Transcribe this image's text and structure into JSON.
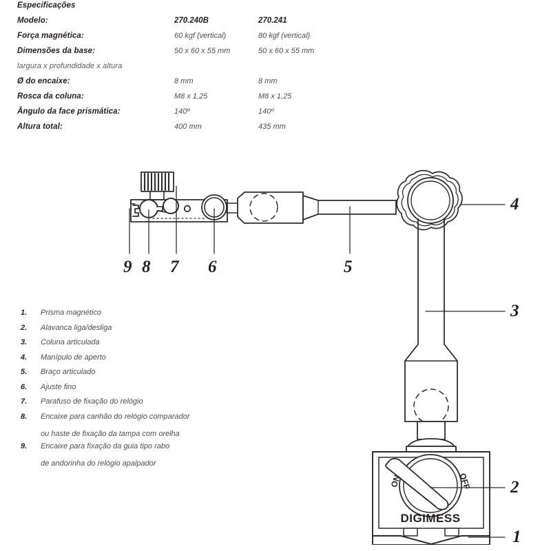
{
  "spec": {
    "title": "Especificações",
    "columns": [
      "270.240B",
      "270.241"
    ],
    "rows": [
      {
        "label": "Modelo:",
        "values": [
          "270.240B",
          "270.241"
        ],
        "bold_values": true
      },
      {
        "label": "Força magnética:",
        "values": [
          "60 kgf (vertical)",
          "80 kgf (vertical)"
        ],
        "bold_values": false
      },
      {
        "label": "Dimensões da base:",
        "values": [
          "50 x 60 x 55 mm",
          "50 x 60 x 55 mm"
        ],
        "bold_values": false
      },
      {
        "label": "largura x profundidade x altura",
        "values": [
          "",
          ""
        ],
        "bold_values": false,
        "note": true
      },
      {
        "label": "Ø do encaixe:",
        "values": [
          "8 mm",
          "8 mm"
        ],
        "bold_values": false
      },
      {
        "label": "Rosca da coluna:",
        "values": [
          "M8 x 1,25",
          "M8 x 1,25"
        ],
        "bold_values": false
      },
      {
        "label": "Ângulo da face prismática:",
        "values": [
          "140º",
          "140º"
        ],
        "bold_values": false
      },
      {
        "label": "Altura total:",
        "values": [
          "400 mm",
          "435 mm"
        ],
        "bold_values": false
      }
    ]
  },
  "legend": {
    "items": [
      {
        "num": "1.",
        "text": "Prisma magnético",
        "cont": ""
      },
      {
        "num": "2.",
        "text": "Alavanca liga/desliga",
        "cont": ""
      },
      {
        "num": "3.",
        "text": "Coluna articulada",
        "cont": ""
      },
      {
        "num": "4.",
        "text": "Manípulo de aperto",
        "cont": ""
      },
      {
        "num": "5.",
        "text": "Braço articulado",
        "cont": ""
      },
      {
        "num": "6.",
        "text": "Ajuste fino",
        "cont": ""
      },
      {
        "num": "7.",
        "text": "Parafuso de fixação do relógio",
        "cont": ""
      },
      {
        "num": "8.",
        "text": "Encaixe para canhão do relógio comparador",
        "cont": "ou haste de fixação da tampa com orelha"
      },
      {
        "num": "9.",
        "text": "Encaixe para fixação da guia tipo rabo",
        "cont": "de andorinha do relógio apalpador"
      }
    ]
  },
  "drawing": {
    "brand": "DIGIMESS",
    "switch_on": "ON",
    "switch_off": "OFF",
    "callouts": [
      {
        "id": "1",
        "label": "1"
      },
      {
        "id": "2",
        "label": "2"
      },
      {
        "id": "3",
        "label": "3"
      },
      {
        "id": "4",
        "label": "4"
      },
      {
        "id": "5",
        "label": "5"
      },
      {
        "id": "6",
        "label": "6"
      },
      {
        "id": "7",
        "label": "7"
      },
      {
        "id": "8",
        "label": "8"
      },
      {
        "id": "9",
        "label": "9"
      }
    ]
  },
  "colors": {
    "ink": "#231f20",
    "text_gray": "#4d4d4f",
    "note_gray": "#58595b",
    "line": "#2b2b2b"
  }
}
